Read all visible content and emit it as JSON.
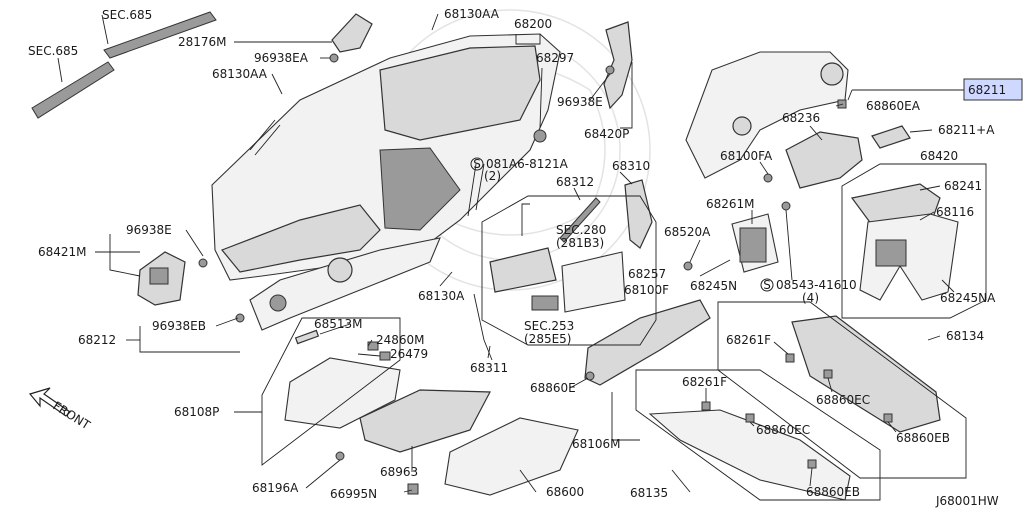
{
  "diagram": {
    "code": "J68001HW",
    "front": "FRONT",
    "highlight_color": "#cfd8ff",
    "labels": {
      "sec685_a": "SEC.685",
      "sec685_b": "SEC.685",
      "p28176M": "28176M",
      "p96938EA": "96938EA",
      "p68130AA_top": "68130AA",
      "p68130AA_left": "68130AA",
      "p68200": "68200",
      "p68297": "68297",
      "p96938E_top": "96938E",
      "p68420P": "68420P",
      "p081A6": "081A6-8121A",
      "p081A6_qty": "(2)",
      "p68310": "68310",
      "p68312": "68312",
      "sec280": "SEC.280",
      "sec280_sub": "(281B3)",
      "p68257": "68257",
      "p68100F": "68100F",
      "sec253": "SEC.253",
      "sec253_sub": "(285E5)",
      "p68421M": "68421M",
      "p96938E_left": "96938E",
      "p68212": "68212",
      "p96938EB": "96938EB",
      "p68130A": "68130A",
      "p68311": "68311",
      "p68513M": "68513M",
      "p24860M": "24860M",
      "p26479": "26479",
      "p68108P": "68108P",
      "p68196A": "68196A",
      "p66995N": "66995N",
      "p68963": "68963",
      "p68600": "68600",
      "p68860E": "68860E",
      "p68106M": "68106M",
      "p68211": "68211",
      "p68860EA": "68860EA",
      "p68236": "68236",
      "p68211A": "68211+A",
      "p68100FA": "68100FA",
      "p68420": "68420",
      "p68241": "68241",
      "p68116": "68116",
      "p68245NA": "68245NA",
      "p68261M": "68261M",
      "p68520A": "68520A",
      "p68245N": "68245N",
      "p08543": "08543-41610",
      "p08543_qty": "(4)",
      "p68134": "68134",
      "p68261F_a": "68261F",
      "p68860EC_a": "68860EC",
      "p68860EB_a": "68860EB",
      "p68261F_b": "68261F",
      "p68860EC_b": "68860EC",
      "p68135": "68135",
      "p68860EB_b": "68860EB"
    }
  }
}
